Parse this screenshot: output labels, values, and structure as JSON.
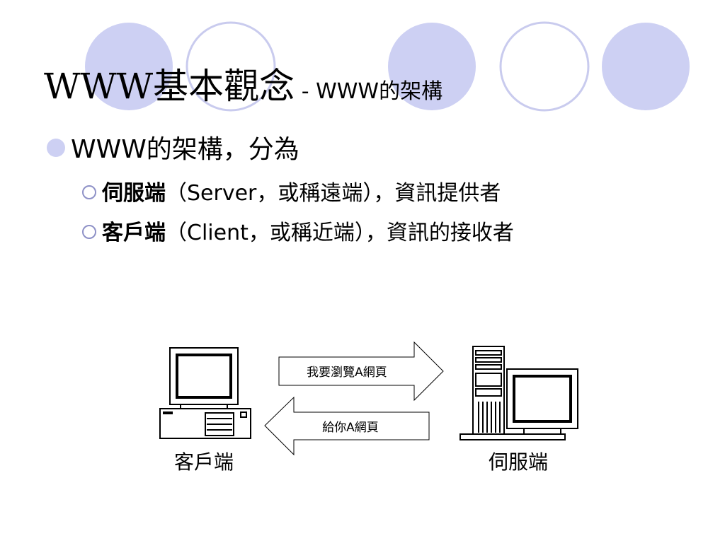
{
  "title": {
    "main": "WWW基本觀念",
    "separator": " - ",
    "sub": "WWW的架構"
  },
  "bullets": [
    {
      "text": "WWW的架構，分為"
    }
  ],
  "sub_bullets": [
    {
      "bold": "伺服端",
      "rest": "（Server，或稱遠端），資訊提供者"
    },
    {
      "bold": "客戶端",
      "rest": "（Client，或稱近端），資訊的接收者"
    }
  ],
  "diagram": {
    "request_arrow_label": "我要瀏覽A網頁",
    "response_arrow_label": "給你A網頁",
    "client_caption": "客戶端",
    "server_caption": "伺服端"
  },
  "colors": {
    "accent_fill": "#cdd0f3",
    "accent_stroke": "#c9cbee"
  },
  "icons": [
    "filled-circle-bullet-icon",
    "ring-bullet-icon",
    "desktop-computer-icon",
    "server-tower-icon",
    "right-arrow-icon",
    "left-arrow-icon"
  ]
}
